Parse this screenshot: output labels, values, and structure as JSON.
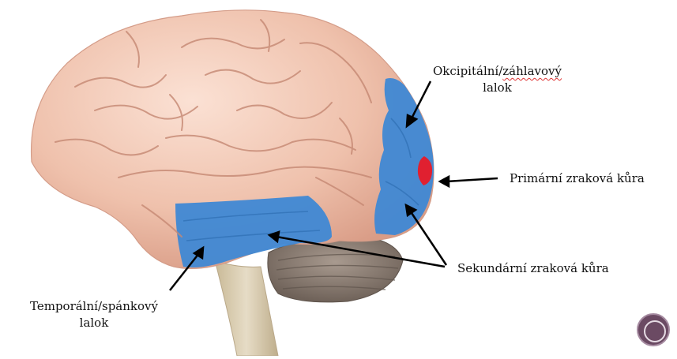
{
  "labels": {
    "occipital_line1_a": "Okcipitální/",
    "occipital_line1_b": "záhlavový",
    "occipital_line2": "lalok",
    "primary": "Primární zraková kůra",
    "secondary": "Sekundární zraková kůra",
    "temporal_line1": "Temporální/spánkový",
    "temporal_line2": "lalok"
  },
  "colors": {
    "cortex": "#efc4b0",
    "cortex_shadow": "#d79d88",
    "cortex_highlight": "#fbe2d6",
    "highlight_blue": "#3f88d4",
    "primary_red": "#e02030",
    "cerebellum": "#8f8278",
    "brainstem": "#d9cbb0",
    "nav_button": "#6b4a63"
  },
  "icons": {
    "nav": "presentation-nav-icon"
  }
}
